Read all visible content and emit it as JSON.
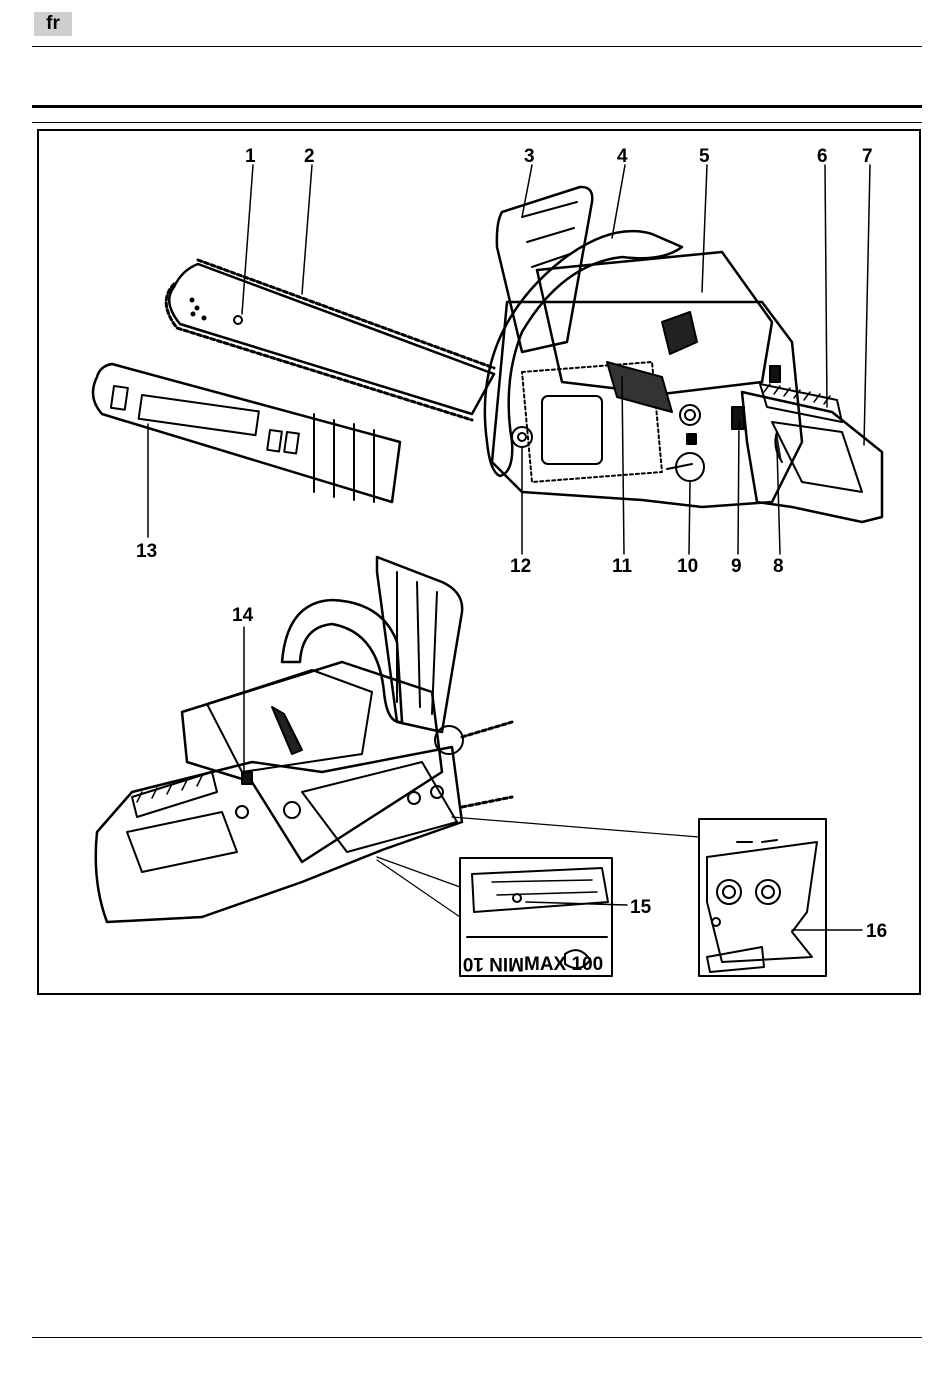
{
  "header": {
    "language": "fr"
  },
  "figure": {
    "callouts": [
      "1",
      "2",
      "3",
      "4",
      "5",
      "6",
      "7",
      "8",
      "9",
      "10",
      "11",
      "12",
      "13",
      "14",
      "15",
      "16"
    ],
    "inset_15_markings": {
      "left": "MIN\n10",
      "right": "MAX\n100"
    }
  }
}
